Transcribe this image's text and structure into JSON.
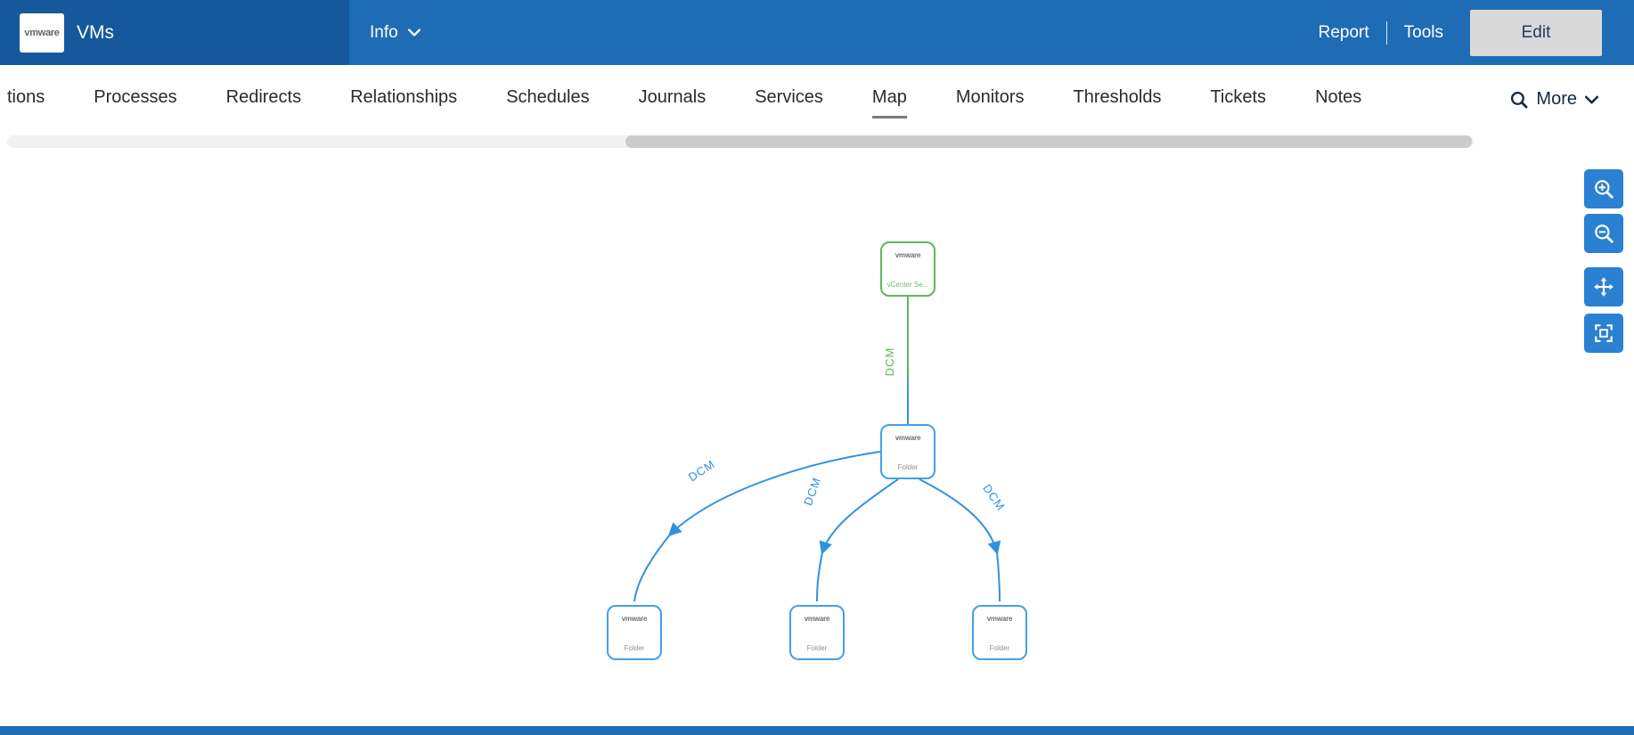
{
  "header": {
    "logo": "vmware",
    "title": "VMs",
    "info": {
      "label": "Info"
    },
    "actions": {
      "report": "Report",
      "tools": "Tools",
      "edit": "Edit"
    }
  },
  "tabs": {
    "items": [
      "tions",
      "Processes",
      "Redirects",
      "Relationships",
      "Schedules",
      "Journals",
      "Services",
      "Map",
      "Monitors",
      "Thresholds",
      "Tickets",
      "Notes"
    ],
    "active": "Map",
    "more": "More"
  },
  "map": {
    "nodes": {
      "vcenter": {
        "logo": "vmware",
        "label": "vCenter Se...",
        "type": "green"
      },
      "root": {
        "logo": "vmware",
        "label": "Folder",
        "type": "blue"
      },
      "child1": {
        "logo": "vmware",
        "label": "Folder",
        "type": "blue"
      },
      "child2": {
        "logo": "vmware",
        "label": "Folder",
        "type": "blue"
      },
      "child3": {
        "logo": "vmware",
        "label": "Folder",
        "type": "blue"
      }
    },
    "edges": {
      "vcenter_root": {
        "label": "DCM"
      },
      "root_child1": {
        "label": "DCM"
      },
      "root_child2": {
        "label": "DCM"
      },
      "root_child3": {
        "label": "DCM"
      }
    },
    "colors": {
      "green": "#5cb85c",
      "blue": "#2f92e0"
    }
  },
  "toolbar": {
    "buttons": [
      "zoom-in",
      "zoom-out",
      "pan",
      "fit-selection"
    ]
  }
}
